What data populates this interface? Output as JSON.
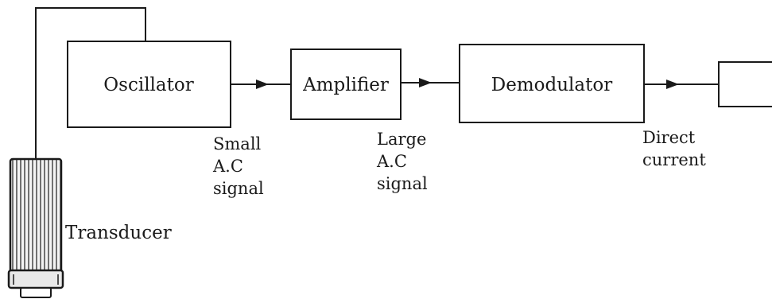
{
  "blocks": {
    "oscillator": "Oscillator",
    "amplifier": "Amplifier",
    "demodulator": "Demodulator",
    "output": ""
  },
  "transducer": "Transducer",
  "signals": {
    "small_ac": [
      "Small",
      "A.C",
      "signal"
    ],
    "large_ac": [
      "Large",
      "A.C",
      "signal"
    ],
    "direct_current": [
      "Direct",
      "current"
    ]
  }
}
